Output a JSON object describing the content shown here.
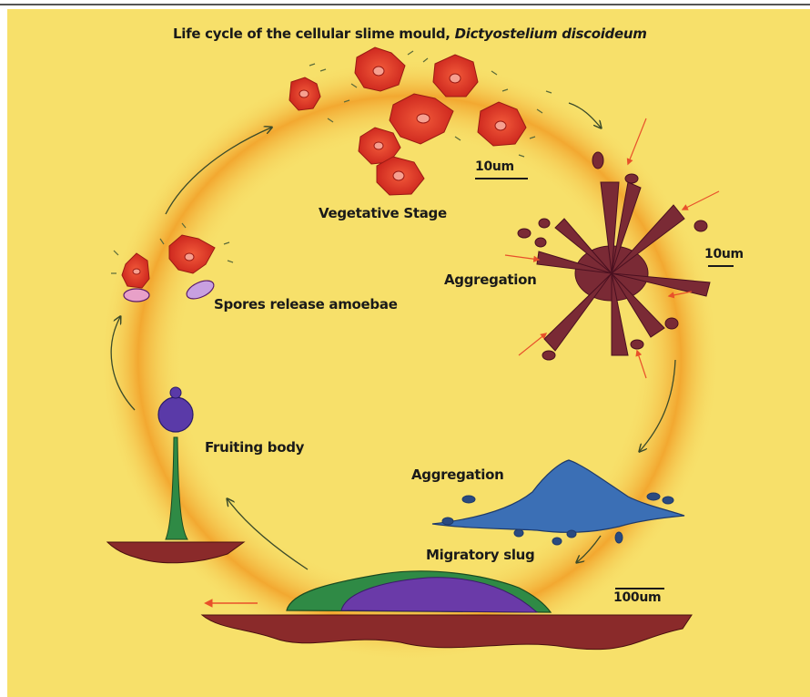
{
  "title": {
    "main": "Life cycle of the cellular slime mould, ",
    "species": "Dictyostelium discoideum"
  },
  "stages": {
    "vegetative": "Vegetative Stage",
    "aggregation1": "Aggregation",
    "aggregation2": "Aggregation",
    "migratory": "Migratory slug",
    "fruiting": "Fruiting body",
    "spores": "Spores release amoebae"
  },
  "scale_bars": {
    "vegetative": "10um",
    "aggregation": "10um",
    "slug": "100um"
  },
  "colors": {
    "background": "#f7e06a",
    "ring": "#f2a22a",
    "amoeba": "#e8322a",
    "aggregate": "#7a2a35",
    "slug_blue": "#3b6fb5",
    "slug_purple": "#6a3aa8",
    "slug_green": "#2f8a45",
    "substrate": "#8a2a2a",
    "arrow": "#3a4a2a",
    "signal_arrow": "#e8502a"
  }
}
